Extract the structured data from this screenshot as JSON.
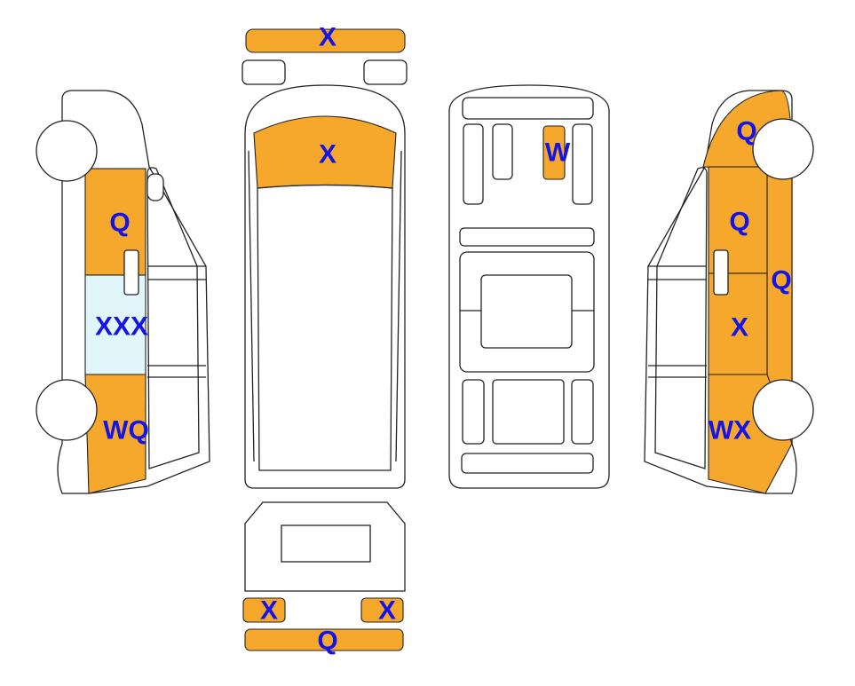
{
  "colors": {
    "damage": "#f5a82c",
    "glass_damage": "#e1f6fb",
    "label": "#1414e6"
  },
  "labels": {
    "front_bumper": "X",
    "hood": "X",
    "roof_panel": "W",
    "left_front_door": "Q",
    "left_window": "XXX",
    "left_rear_panel": "WQ",
    "right_upper": "Q",
    "right_front_door": "Q",
    "right_pillar": "Q",
    "right_door": "X",
    "right_rear_panel": "WX",
    "rear_light_left": "X",
    "rear_light_right": "X",
    "rear_bumper": "Q"
  }
}
